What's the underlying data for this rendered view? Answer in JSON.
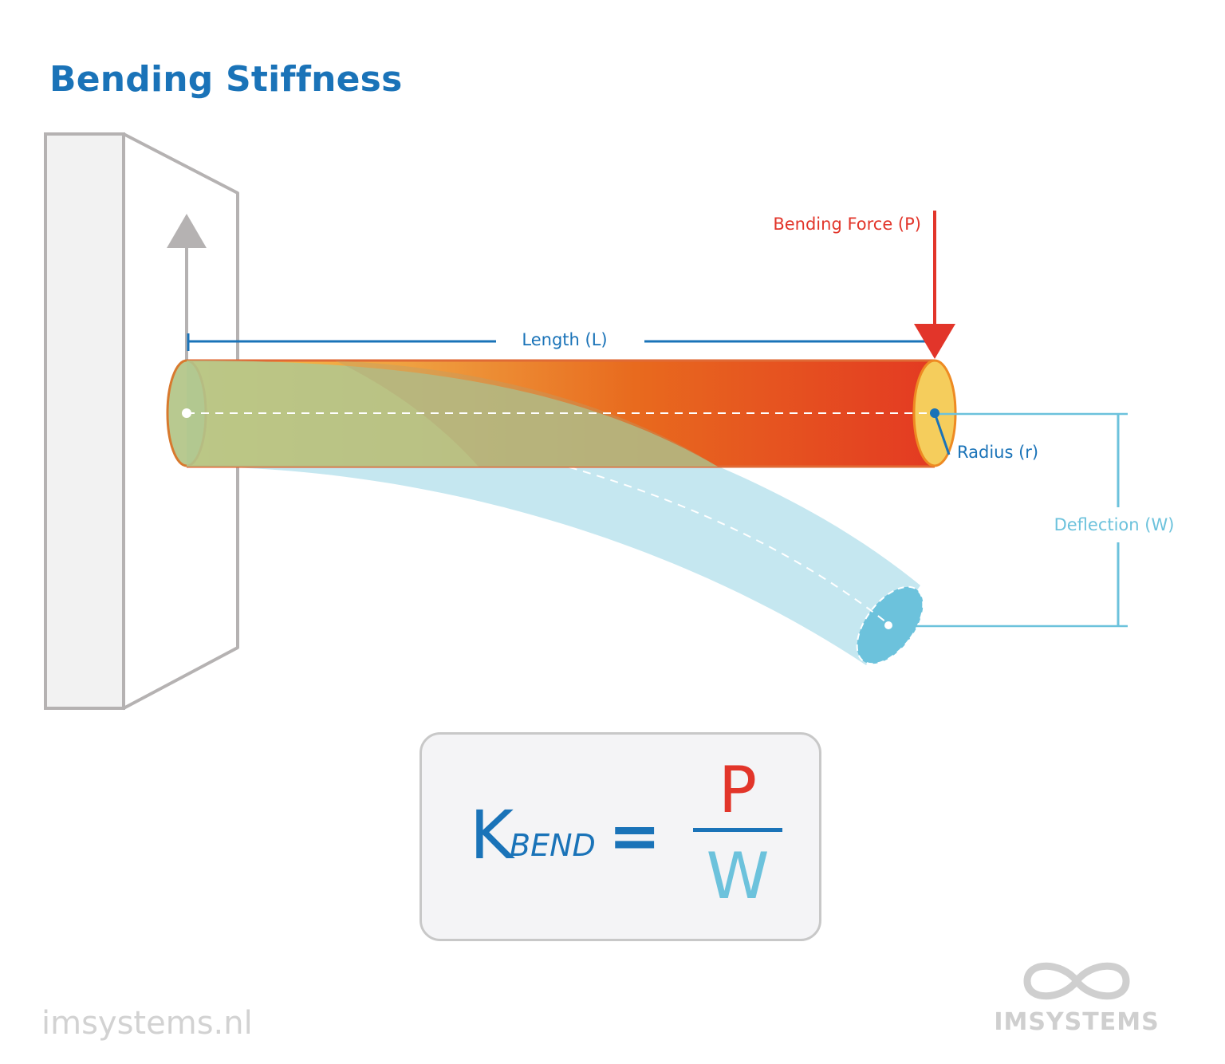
{
  "title": "Bending Stiffness",
  "labels": {
    "bending_force": "Bending Force (P)",
    "length": "Length (L)",
    "radius": "Radius (r)",
    "deflection": "Deflection (W)"
  },
  "formula": {
    "k": "K",
    "subscript": "BEND",
    "equals": "=",
    "numerator": "P",
    "denominator": "W"
  },
  "footer": {
    "website": "imsystems.nl",
    "logo_text": "IMSYSTEMS"
  },
  "colors": {
    "title_blue": "#1a73b8",
    "force_red": "#e2352a",
    "deflection_cyan": "#6cc2dc",
    "wall_gray": "#b5b2b2"
  }
}
